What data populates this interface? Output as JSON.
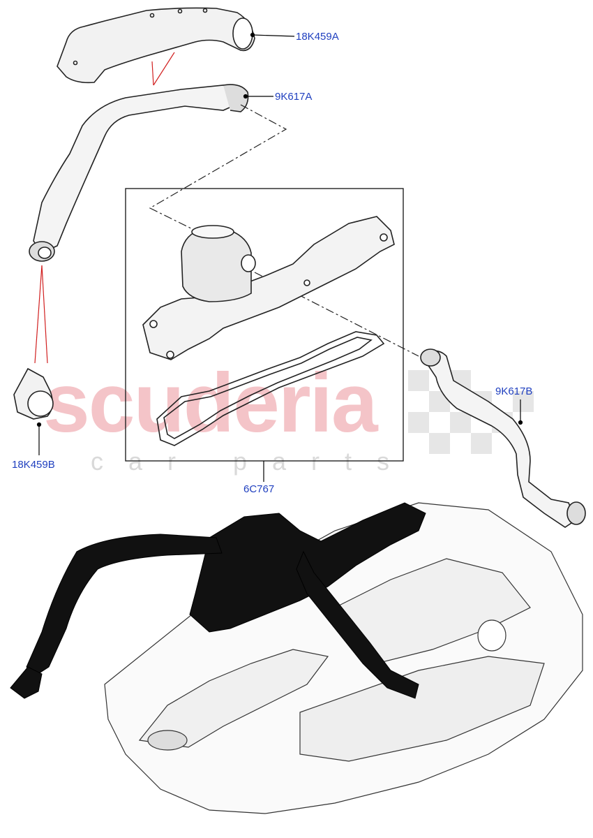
{
  "watermark": {
    "brand": "scuderia",
    "sub": "car parts"
  },
  "callouts": {
    "hose_upper_cover": "18K459A",
    "hose_upper": "9K617A",
    "hose_lower": "9K617B",
    "cover_clip": "18K459B",
    "valve_cover_kit": "6C767"
  },
  "colors": {
    "callout": "#1f3fbf",
    "leader": "#000000",
    "assembly_line": "#d11f1f",
    "watermark": "#f4c4c8"
  }
}
